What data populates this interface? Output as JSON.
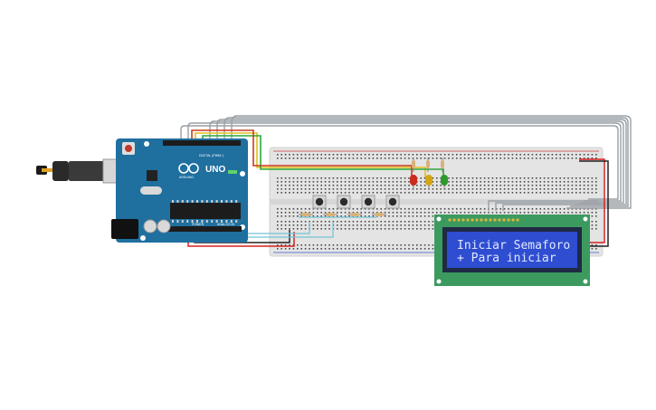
{
  "arduino": {
    "brand_label": "ARDUINO",
    "model_label": "UNO",
    "digital_label": "DIGITAL (PWM~)",
    "power_label": "POWER",
    "analog_label": "ANALOG IN",
    "board_color": "#1f6f9f"
  },
  "breadboard": {
    "color": "#e4e4e4"
  },
  "leds": [
    {
      "name": "red-led",
      "color": "#cc2a1e"
    },
    {
      "name": "yellow-led",
      "color": "#d6a514"
    },
    {
      "name": "green-led",
      "color": "#2f9a2c"
    }
  ],
  "buttons_count": 4,
  "lcd": {
    "line1": "Iniciar Semaforo",
    "line2": "+ Para iniciar",
    "pcb_color": "#3c9a5f",
    "screen_color": "#2f4dd0"
  },
  "wire_colors": {
    "signal": "#9aa0a6",
    "power": "#d62020",
    "ground": "#222222",
    "yellow": "#e0c020",
    "green": "#2ea836",
    "cyan": "#6fc4d6"
  }
}
